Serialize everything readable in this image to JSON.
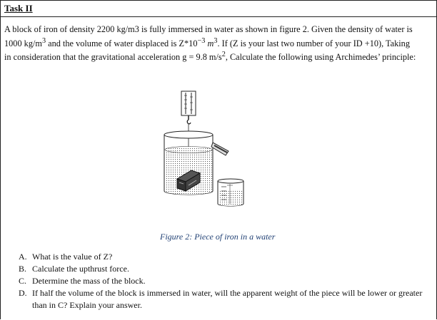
{
  "task": {
    "title": "Task II"
  },
  "problem": {
    "line1": "A block of iron of density  2200 kg/m3  is fully immersed in water as shown in figure 2. Given the density of water is",
    "line2a": "1000 kg/m",
    "line2b": "  and the volume of water displaced is Z*10",
    "line2c": " m",
    "line2d": ". If (Z is your last two number of your ID +10), Taking",
    "line3a": "in consideration that the gravitational acceleration g = 9.8 m/s",
    "line3b": ", Calculate the following using Archimedes’ principle:",
    "sup_cube": "3",
    "sup_neg3": "−3",
    "sup_sq": "2"
  },
  "figure": {
    "caption": "Figure 2: Piece of iron in a water"
  },
  "questions": [
    {
      "label": "A.",
      "text": "What is the value of Z?"
    },
    {
      "label": "B.",
      "text": "Calculate the upthrust force."
    },
    {
      "label": "C.",
      "text": "Determine the mass of the block."
    },
    {
      "label": "D.",
      "text": "If half the volume of the block is immersed in water, will the apparent weight of the piece will be lower or greater than in C? Explain your answer."
    }
  ]
}
